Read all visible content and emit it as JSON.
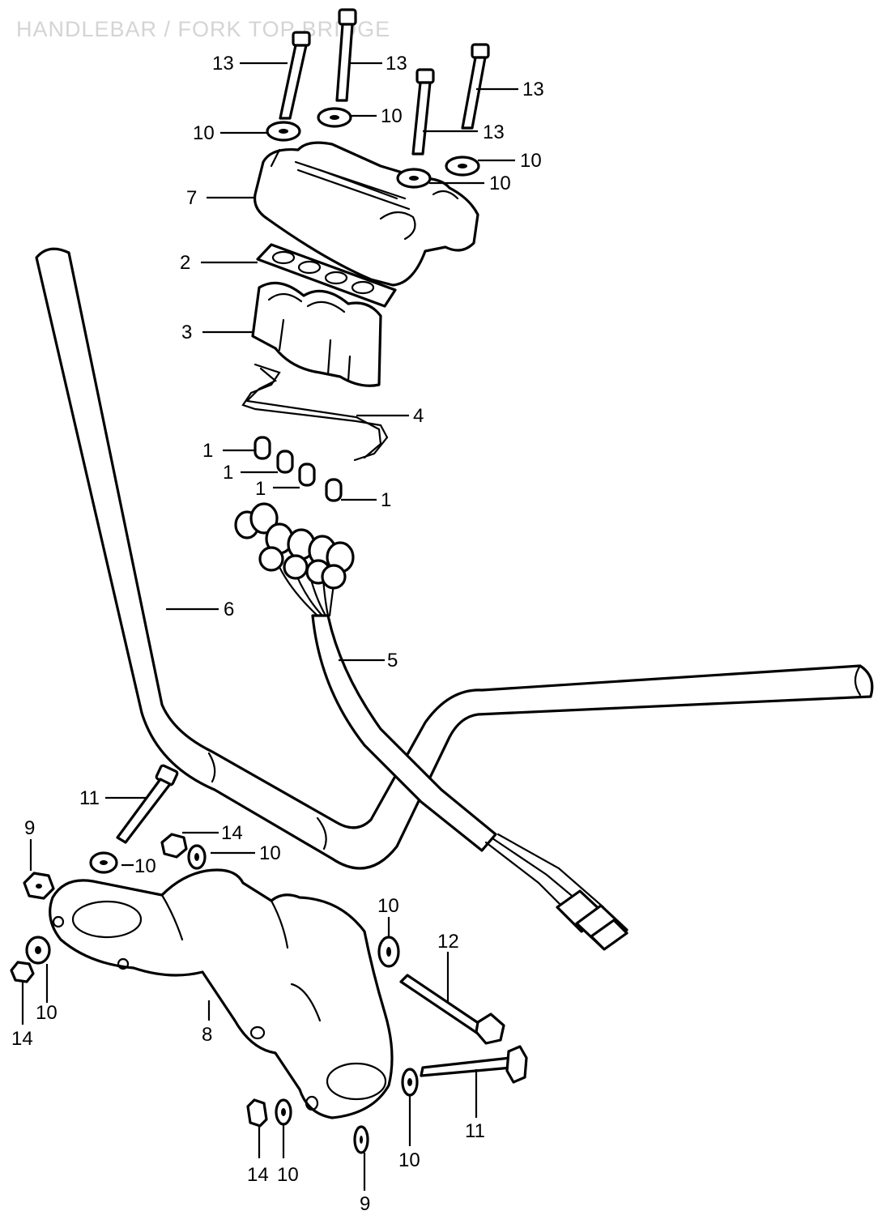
{
  "watermark": "HANDLEBAR / FORK TOP BRIDGE",
  "callouts": {
    "c1a": "1",
    "c1b": "1",
    "c1c": "1",
    "c1d": "1",
    "c2": "2",
    "c3": "3",
    "c4": "4",
    "c5": "5",
    "c6": "6",
    "c7": "7",
    "c8": "8",
    "c9a": "9",
    "c9b": "9",
    "c10a": "10",
    "c10b": "10",
    "c10c": "10",
    "c10d": "10",
    "c10e": "10",
    "c10f": "10",
    "c10g": "10",
    "c10h": "10",
    "c10i": "10",
    "c10j": "10",
    "c11a": "11",
    "c11b": "11",
    "c12": "12",
    "c13a": "13",
    "c13b": "13",
    "c13c": "13",
    "c13d": "13",
    "c14a": "14",
    "c14b": "14",
    "c14c": "14"
  }
}
